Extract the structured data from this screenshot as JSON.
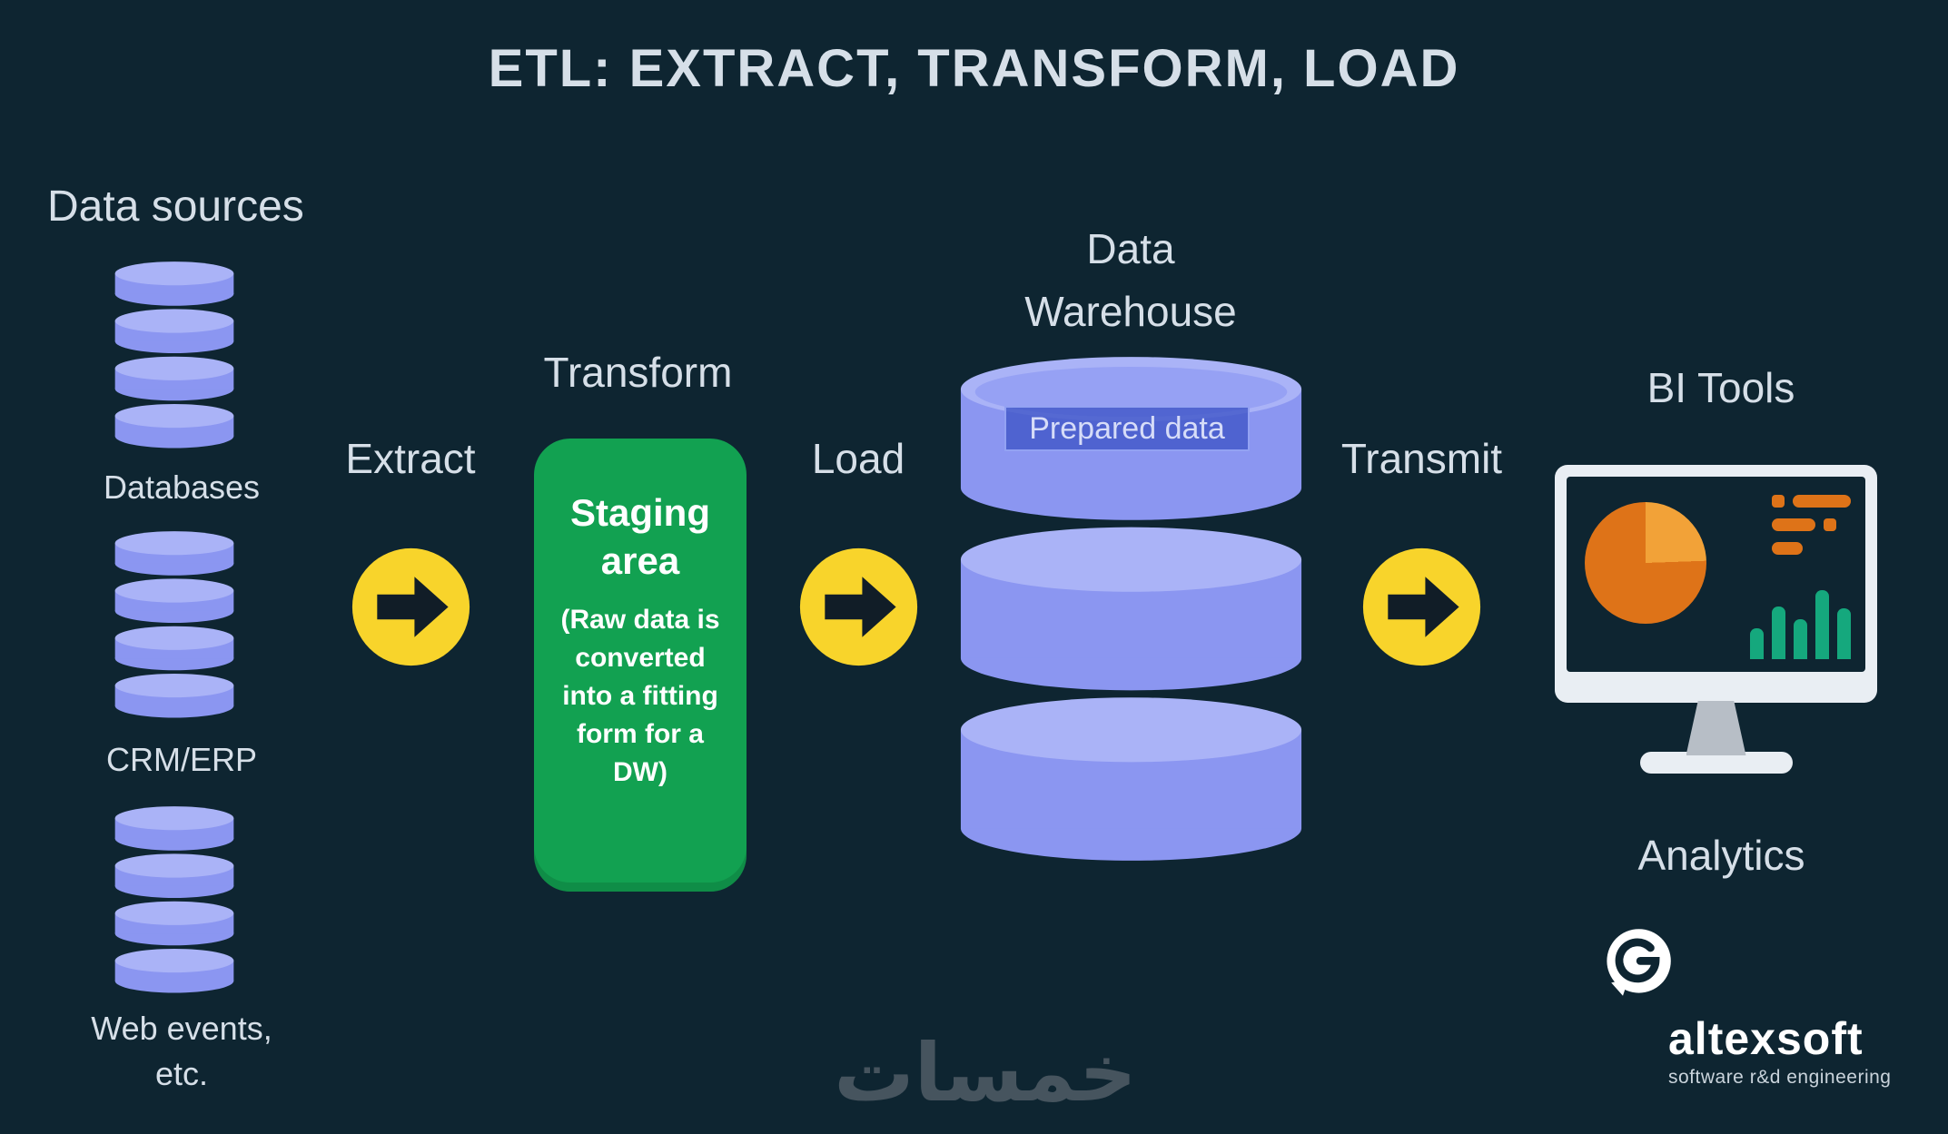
{
  "title": "ETL: EXTRACT, TRANSFORM, LOAD",
  "data_sources": {
    "heading": "Data sources",
    "items": [
      {
        "label": "Databases",
        "icon": "database-stack-icon"
      },
      {
        "label": "CRM/ERP",
        "icon": "database-stack-icon"
      },
      {
        "label_line1": "Web events,",
        "label_line2": "etc.",
        "icon": "database-stack-icon"
      }
    ]
  },
  "flow": {
    "extract_label": "Extract",
    "transform_label": "Transform",
    "load_label": "Load",
    "transmit_label": "Transmit",
    "arrow_icon": "arrow-right-circle-icon"
  },
  "staging": {
    "title_line1": "Staging",
    "title_line2": "area",
    "description": "(Raw data is converted into a fitting form for a DW)"
  },
  "warehouse": {
    "label_line1": "Data",
    "label_line2": "Warehouse",
    "badge": "Prepared data",
    "icon": "data-warehouse-icon"
  },
  "bi_tools": {
    "heading": "BI Tools",
    "caption": "Analytics",
    "icons": [
      "monitor-icon",
      "pie-chart-icon",
      "dashboard-lines-icon",
      "bar-chart-icon"
    ]
  },
  "branding": {
    "name": "altexsoft",
    "tagline": "software r&d engineering",
    "icon": "altexsoft-spiral-icon"
  },
  "watermark": "خمسات",
  "colors": {
    "background": "#0E2531",
    "text": "#D6DFE8",
    "arrow_yellow": "#F8D42B",
    "staging_green": "#12A151",
    "database_purple": "#8B96F1",
    "database_purple_light": "#AAB3F7",
    "badge_blue": "#4056C8",
    "chart_orange": "#DE7318",
    "chart_orange_light": "#F2A238",
    "chart_teal": "#15A87D"
  }
}
